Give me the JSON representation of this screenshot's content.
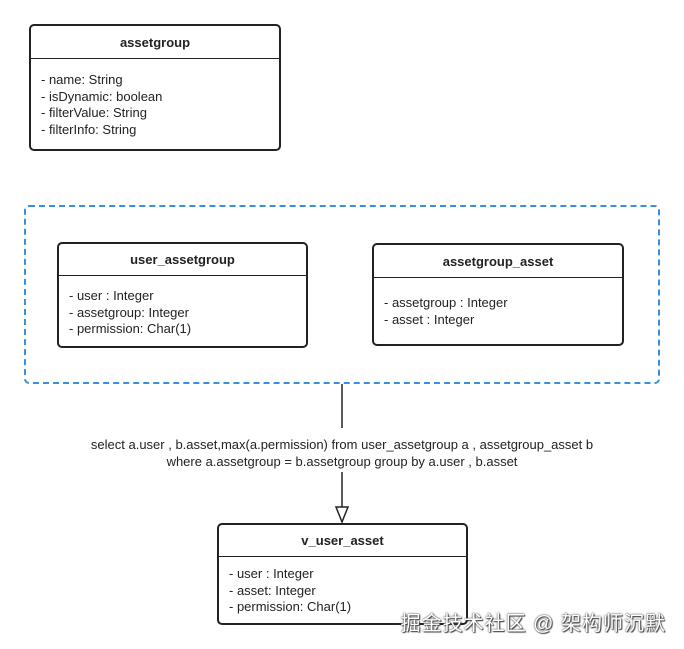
{
  "classes": {
    "assetgroup": {
      "name": "assetgroup",
      "attributes": [
        "- name: String",
        "- isDynamic: boolean",
        "- filterValue: String",
        "- filterInfo: String"
      ]
    },
    "user_assetgroup": {
      "name": "user_assetgroup",
      "attributes": [
        "- user : Integer",
        "- assetgroup: Integer",
        "- permission: Char(1)"
      ]
    },
    "assetgroup_asset": {
      "name": "assetgroup_asset",
      "attributes": [
        "- assetgroup : Integer",
        "- asset : Integer"
      ]
    },
    "v_user_asset": {
      "name": "v_user_asset",
      "attributes": [
        "- user : Integer",
        "- asset: Integer",
        "- permission: Char(1)"
      ]
    }
  },
  "query": {
    "line1": "select a.user , b.asset,max(a.permission) from user_assetgroup a , assetgroup_asset b",
    "line2": "where a.assetgroup = b.assetgroup group by a.user , b.asset"
  },
  "watermark": "掘金技术社区 @ 架构师沉默",
  "colors": {
    "group_border": "#3a8fdb",
    "box_border": "#222222"
  }
}
